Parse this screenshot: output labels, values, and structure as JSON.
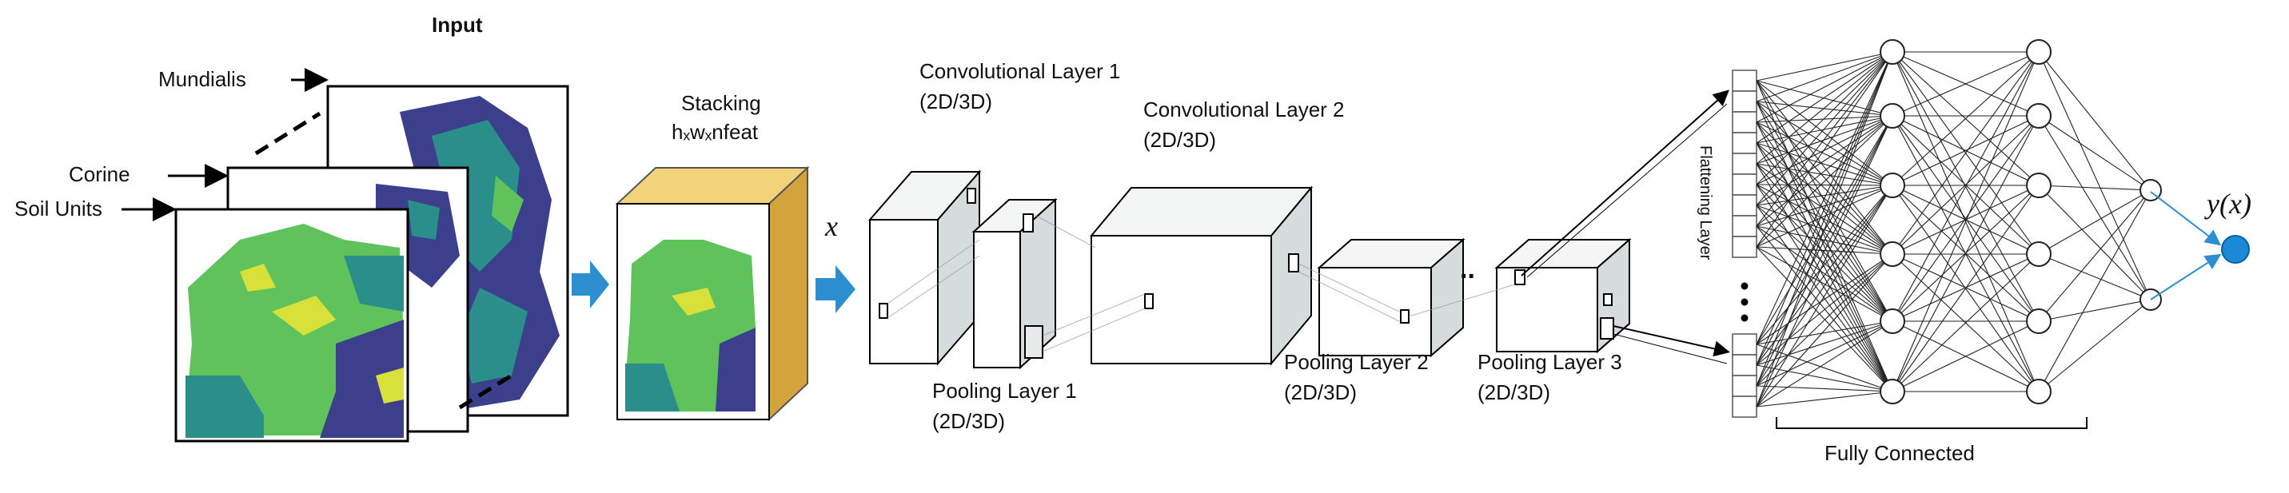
{
  "input": {
    "title": "Input",
    "layers": [
      "Mundialis",
      "Corine",
      "Soil Units"
    ]
  },
  "stacking": {
    "title": "Stacking",
    "dims": "hₓwₓnfeat"
  },
  "x_symbol": "x",
  "conv1": {
    "name": "Convolutional Layer 1",
    "dim": "(2D/3D)"
  },
  "conv2": {
    "name": "Convolutional Layer 2",
    "dim": "(2D/3D)"
  },
  "pool1": {
    "name": "Pooling Layer 1",
    "dim": "(2D/3D)"
  },
  "pool2": {
    "name": "Pooling Layer 2",
    "dim": "(2D/3D)"
  },
  "pool3": {
    "name": "Pooling Layer 3",
    "dim": "(2D/3D)"
  },
  "ellipsis": "..",
  "flattening_label": "Flattening Layer",
  "fully_connected_label": "Fully Connected",
  "output_label": "y(x)",
  "colors": {
    "map_dark": "#3b3f8c",
    "map_teal": "#2a8f8a",
    "map_green": "#5fc25a",
    "map_yellow": "#d8e03a",
    "arrow_blue": "#2e8fd0",
    "output_node": "#1b8ad6",
    "stack_top": "#f3d37a",
    "stack_side": "#d4a43c",
    "layer_side": "#d6dcdc"
  }
}
